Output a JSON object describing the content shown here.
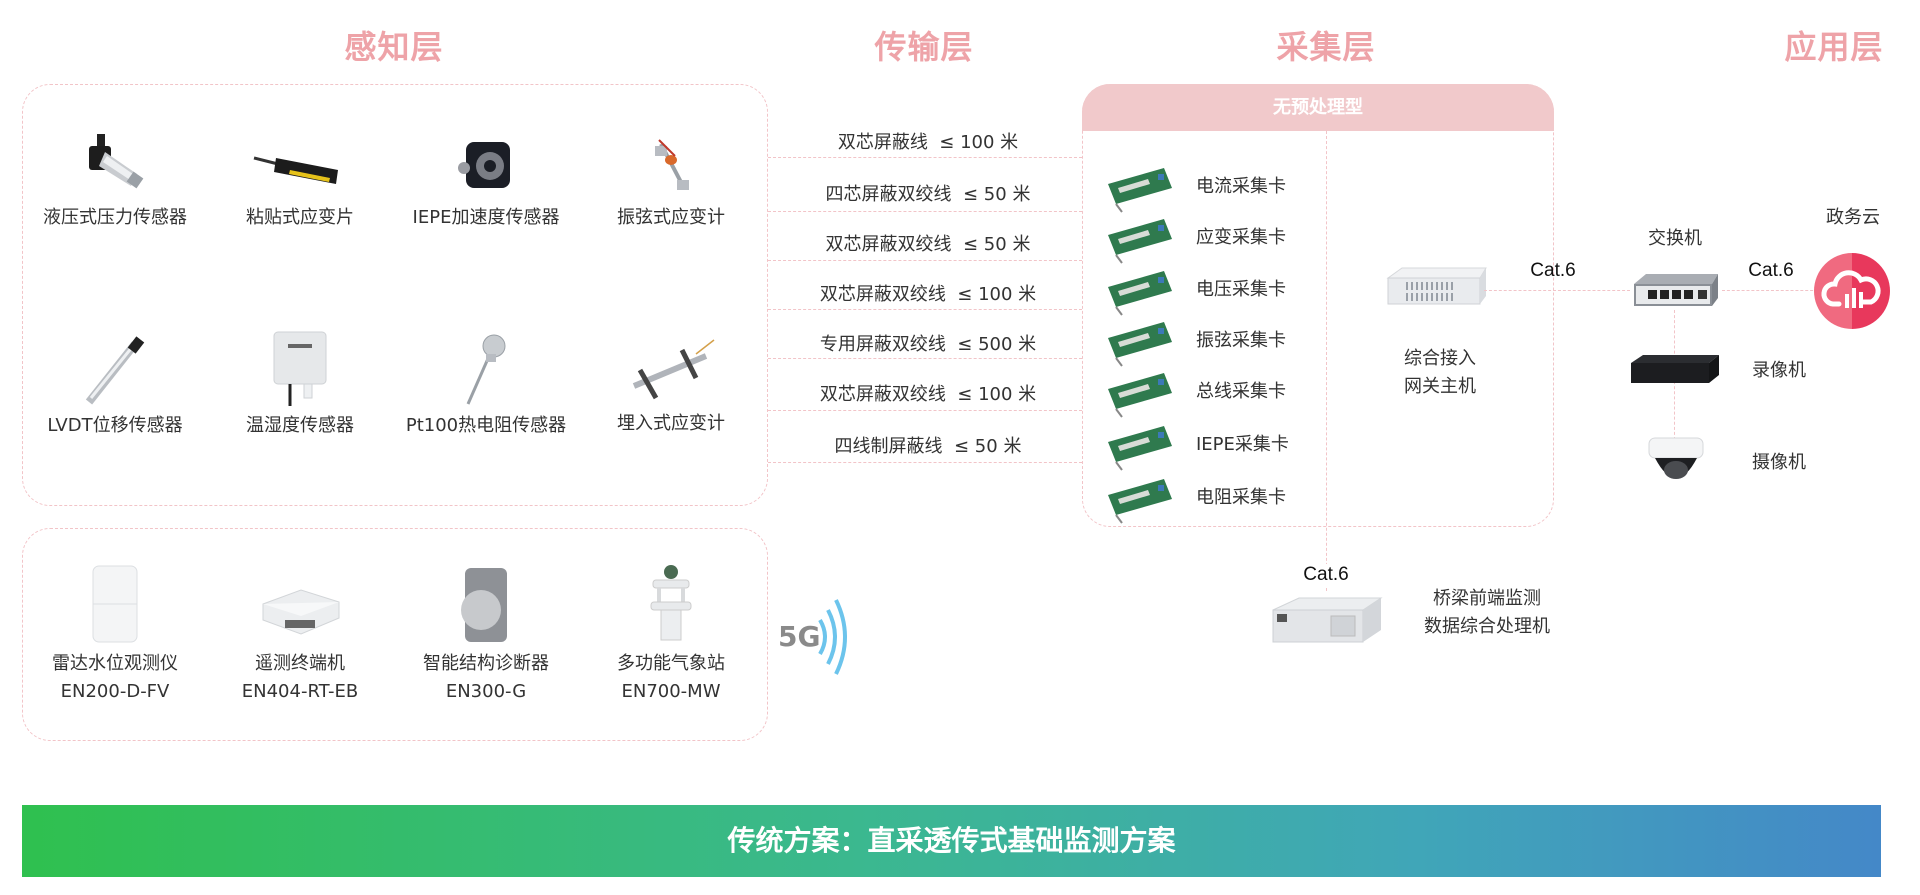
{
  "layers": {
    "perception": "感知层",
    "transmission": "传输层",
    "collection": "采集层",
    "application": "应用层"
  },
  "perception": {
    "wired_sensors": [
      {
        "label": "液压式压力传感器",
        "icon": "pressure-sensor-icon"
      },
      {
        "label": "粘贴式应变片",
        "icon": "strain-gauge-icon"
      },
      {
        "label": "IEPE加速度传感器",
        "icon": "accelerometer-icon"
      },
      {
        "label": "振弦式应变计",
        "icon": "vibrating-wire-gauge-icon"
      },
      {
        "label": "LVDT位移传感器",
        "icon": "lvdt-sensor-icon"
      },
      {
        "label": "温湿度传感器",
        "icon": "temp-humidity-sensor-icon"
      },
      {
        "label": "Pt100热电阻传感器",
        "icon": "rtd-sensor-icon"
      },
      {
        "label": "埋入式应变计",
        "icon": "embedded-strain-gauge-icon"
      }
    ],
    "wireless_devices": [
      {
        "name": "雷达水位观测仪",
        "model": "EN200-D-FV",
        "icon": "radar-level-icon"
      },
      {
        "name": "遥测终端机",
        "model": "EN404-RT-EB",
        "icon": "rtu-icon"
      },
      {
        "name": "智能结构诊断器",
        "model": "EN300-G",
        "icon": "structure-diagnoser-icon"
      },
      {
        "name": "多功能气象站",
        "model": "EN700-MW",
        "icon": "weather-station-icon"
      }
    ],
    "wireless_label": "5G"
  },
  "transmission": {
    "cables": [
      {
        "type": "双芯屏蔽线",
        "limit": "≤ 100 米"
      },
      {
        "type": "四芯屏蔽双绞线",
        "limit": "≤ 50 米"
      },
      {
        "type": "双芯屏蔽双绞线",
        "limit": "≤ 50 米"
      },
      {
        "type": "双芯屏蔽双绞线",
        "limit": "≤ 100 米"
      },
      {
        "type": "专用屏蔽双绞线",
        "limit": "≤ 500 米"
      },
      {
        "type": "双芯屏蔽双绞线",
        "limit": "≤ 100 米"
      },
      {
        "type": "四线制屏蔽线",
        "limit": "≤ 50 米"
      }
    ]
  },
  "collection": {
    "header": "无预处理型",
    "cards": [
      "电流采集卡",
      "应变采集卡",
      "电压采集卡",
      "振弦采集卡",
      "总线采集卡",
      "IEPE采集卡",
      "电阻采集卡"
    ],
    "gateway": {
      "line1": "综合接入",
      "line2": "网关主机"
    },
    "processor": {
      "line1": "桥梁前端监测",
      "line2": "数据综合处理机"
    },
    "link_label": "Cat.6"
  },
  "application": {
    "switch": "交换机",
    "recorder": "录像机",
    "camera": "摄像机",
    "cloud": "政务云",
    "link_gateway_switch": "Cat.6",
    "link_switch_cloud": "Cat.6"
  },
  "banner": {
    "title": "传统方案：直采透传式基础监测方案",
    "color_start": "#2fc04f",
    "color_end": "#4488c8"
  },
  "colors": {
    "layer_title": "#eea3a8",
    "dashed_line": "#f2c4c8",
    "collection_header": "#f1c9cb",
    "cloud_left": "#f06a80",
    "cloud_right": "#e8385c",
    "wireless_waves": "#6cc4ec"
  }
}
